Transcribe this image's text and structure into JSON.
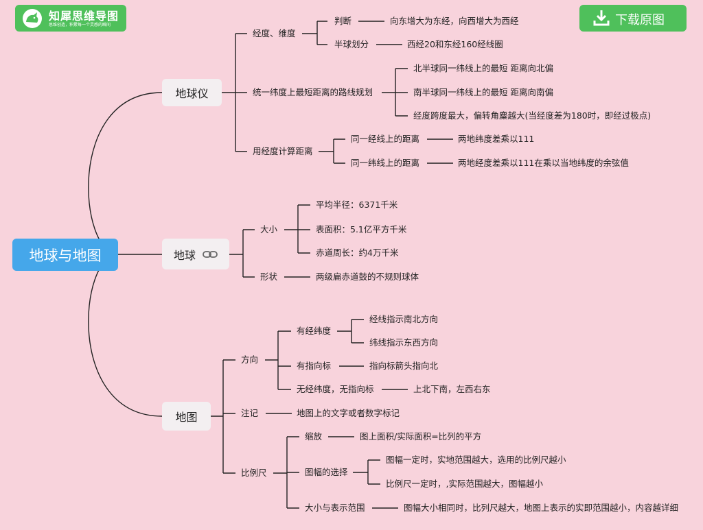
{
  "logo": {
    "name": "知犀思维导图",
    "slogan": "思维创造，积累每一个灵感的瞬间"
  },
  "download_label": "下载原图",
  "colors": {
    "background": "#f8d3dc",
    "root": "#45a7ea",
    "brand": "#4fc05b",
    "branch_box": "#f3eff1"
  },
  "root": "地球与地图",
  "globe_model": {
    "title": "地球仪",
    "lat_lon": {
      "label": "经度、维度",
      "judge": {
        "label": "判断",
        "text": "向东增大为东经，向西增大为西经"
      },
      "hemisphere": {
        "label": "半球划分",
        "text": "西经20和东经160经线圈"
      }
    },
    "shortest_route": {
      "label": "统一纬度上最短距离的路线规划",
      "items": [
        "北半球同一纬线上的最短 距离向北偏",
        "南半球同一纬线上的最短 距离向南偏",
        "经度跨度最大，偏转角麋越大(当经度差为180时，即经过极点)"
      ]
    },
    "distance": {
      "label": "用经度计算距离",
      "same_meridian": {
        "label": "同一经线上的距离",
        "text": "两地纬度差乘以111"
      },
      "same_parallel": {
        "label": "同一纬线上的距离",
        "text": "两地经度差乘以111在乘以当地纬度的余弦值"
      }
    }
  },
  "earth": {
    "title": "地球",
    "size": {
      "label": "大小",
      "items": [
        "平均半径：6371千米",
        "表面积：5.1亿平方千米",
        "赤道周长：约4万千米"
      ]
    },
    "shape": {
      "label": "形状",
      "text": "两级扁赤道鼓的不规则球体"
    }
  },
  "map": {
    "title": "地图",
    "direction": {
      "label": "方向",
      "graticule": {
        "label": "有经纬度",
        "items": [
          "经线指示南北方向",
          "纬线指示东西方向"
        ]
      },
      "arrow": {
        "label": "有指向标",
        "text": "指向标箭头指向北"
      },
      "none": {
        "label": "无经纬度，无指向标",
        "text": "上北下南，左西右东"
      }
    },
    "notes": {
      "label": "注记",
      "text": "地图上的文字或者数字标记"
    },
    "scale": {
      "label": "比例尺",
      "zoom": {
        "label": "缩放",
        "text": "图上面积/实际面积=比列的平方"
      },
      "choice": {
        "label": "图幅的选择",
        "items": [
          "图幅一定时，实地范围越大，选用的比例尺越小",
          "比例尺一定时，,实际范围越大，图幅越小"
        ]
      },
      "range": {
        "label": "大小与表示范围",
        "text": "图幅大小相同时，比列尺越大，地图上表示的实即范围越小，内容越详细"
      }
    }
  }
}
